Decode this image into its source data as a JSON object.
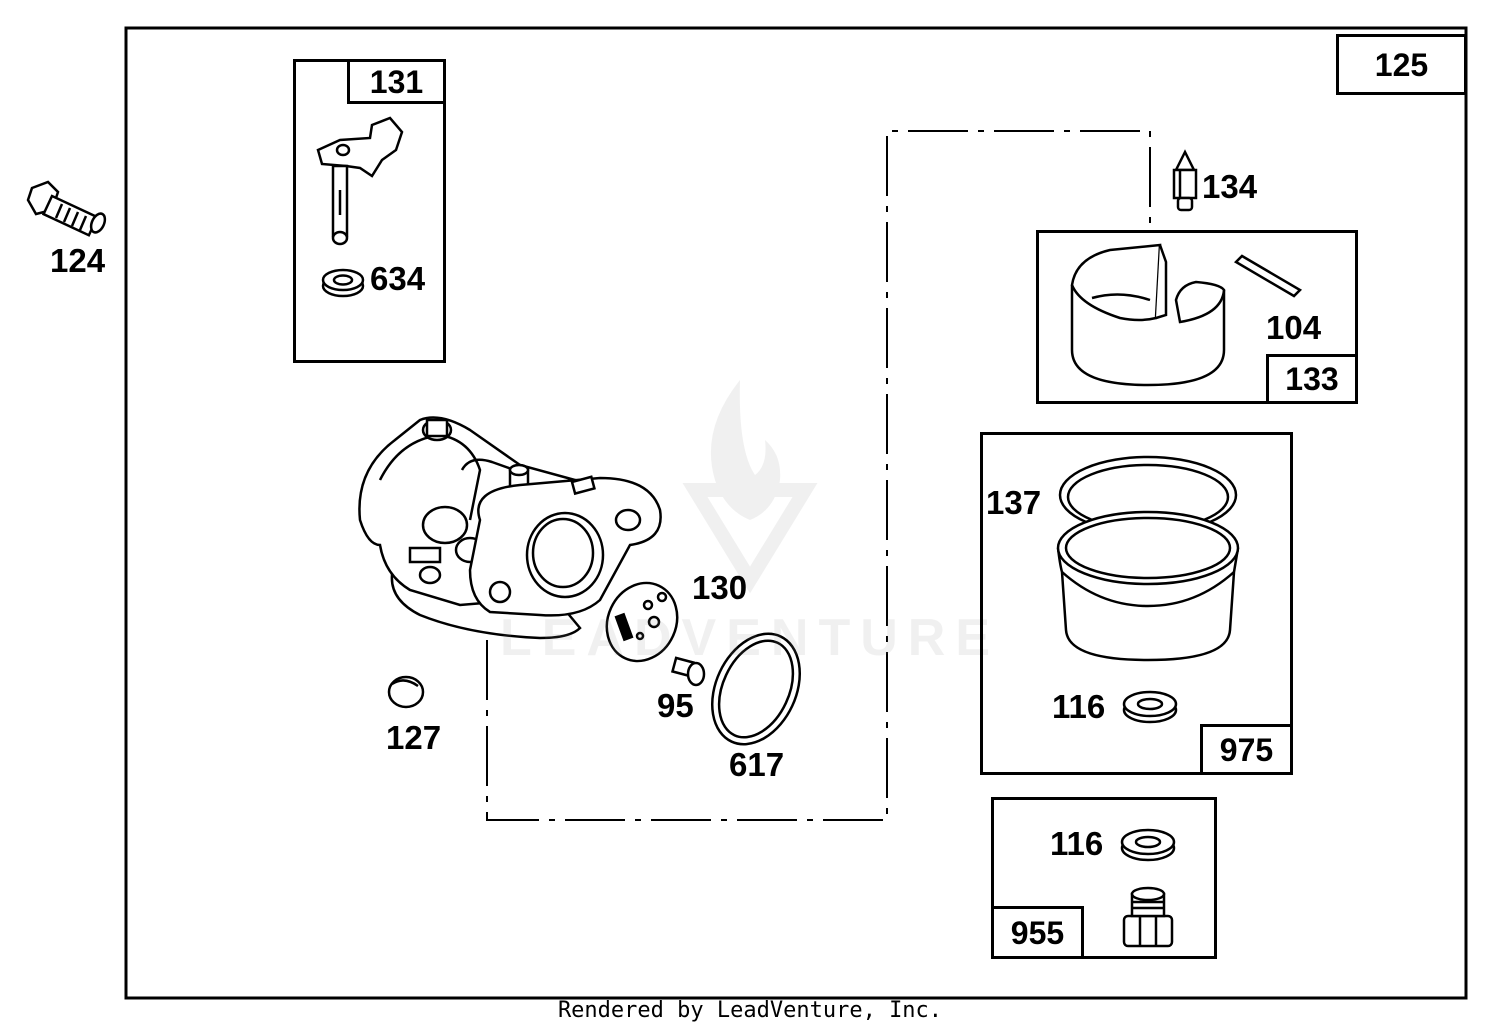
{
  "diagram": {
    "assembly_label": "125",
    "kits": {
      "float_kit": "131",
      "float_assembly": "133",
      "bowl_kit": "975",
      "plug_kit": "955"
    },
    "parts": {
      "bolt": "124",
      "seal": "634",
      "needle": "134",
      "pin": "104",
      "gasket_bowl": "137",
      "washer_bowl": "116",
      "washer_plug": "116",
      "plug": "127",
      "throttle_plate": "130",
      "screw": "95",
      "o_ring": "617"
    },
    "watermark_text": "LEADVENTURE"
  },
  "footer": {
    "text": "Rendered by LeadVenture, Inc."
  }
}
